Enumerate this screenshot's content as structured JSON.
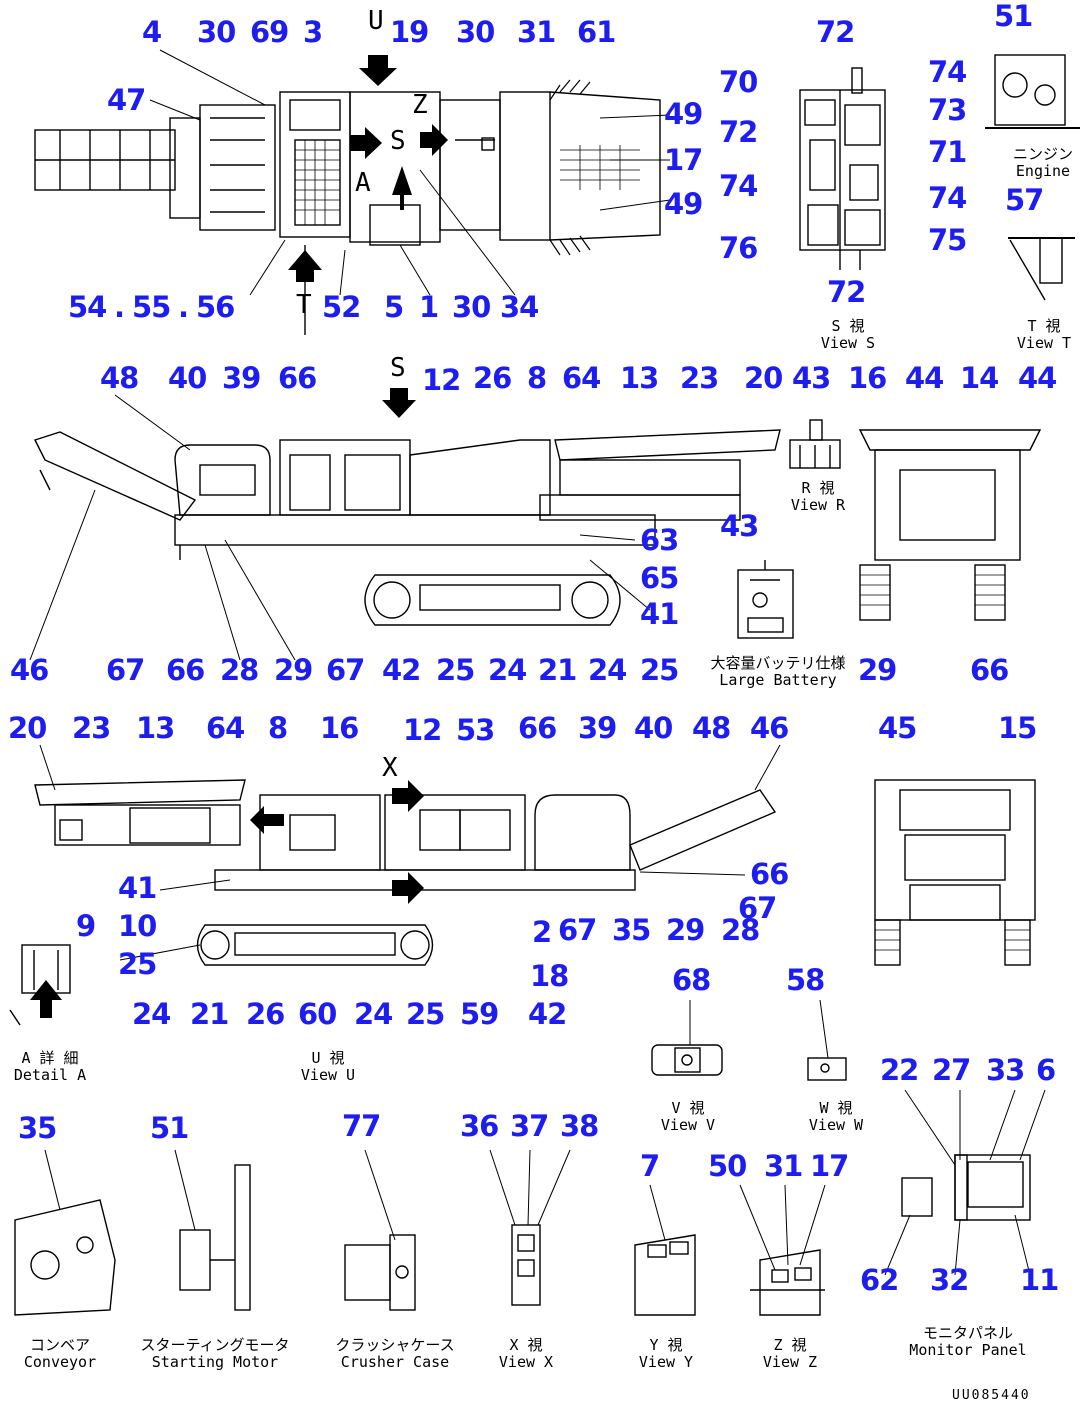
{
  "diagram": {
    "ref_code": "UU085440",
    "view_letters": {
      "u": "U",
      "s": "S",
      "z": "Z",
      "a": "A",
      "t": "T",
      "x": "X"
    },
    "callouts": {
      "tv_4": "4",
      "tv_30a": "30",
      "tv_69": "69",
      "tv_3": "3",
      "tv_19": "19",
      "tv_30b": "30",
      "tv_31": "31",
      "tv_61": "61",
      "tv_47": "47",
      "tv_49a": "49",
      "tv_17": "17",
      "tv_49b": "49",
      "tv_54": "54",
      "tv_dot1": ".",
      "tv_55": "55",
      "tv_dot2": ".",
      "tv_56": "56",
      "tv_52": "52",
      "tv_5": "5",
      "tv_1": "1",
      "tv_30c": "30",
      "tv_34": "34",
      "vs_72a": "72",
      "vs_70": "70",
      "vs_74a": "74",
      "vs_72b": "72",
      "vs_73": "73",
      "vs_71": "71",
      "vs_74b": "74",
      "vs_74c": "74",
      "vs_76": "76",
      "vs_75": "75",
      "vs_72c": "72",
      "vt_51": "51",
      "vt_57": "57",
      "sv_48": "48",
      "sv_40": "40",
      "sv_39": "39",
      "sv_66a": "66",
      "sv_12": "12",
      "sv_26": "26",
      "sv_8": "8",
      "sv_64": "64",
      "sv_13": "13",
      "sv_23": "23",
      "sv_20": "20",
      "sv_43a": "43",
      "sv_16": "16",
      "sv_44a": "44",
      "sv_14": "14",
      "sv_44b": "44",
      "sv_63": "63",
      "sv_65": "65",
      "sv_41": "41",
      "sv_43b": "43",
      "sv_46": "46",
      "sv_67a": "67",
      "sv_66b": "66",
      "sv_28": "28",
      "sv_29a": "29",
      "sv_67b": "67",
      "sv_42": "42",
      "sv_25a": "25",
      "sv_24a": "24",
      "sv_21": "21",
      "sv_24b": "24",
      "sv_25b": "25",
      "sv_29b": "29",
      "sv_66c": "66",
      "lv_20": "20",
      "lv_23": "23",
      "lv_13": "13",
      "lv_64": "64",
      "lv_8": "8",
      "lv_16": "16",
      "lv_12": "12",
      "lv_53": "53",
      "lv_66a": "66",
      "lv_39": "39",
      "lv_40": "40",
      "lv_48": "48",
      "lv_46": "46",
      "lv_45": "45",
      "lv_15": "15",
      "lv_41": "41",
      "lv_9": "9",
      "lv_10": "10",
      "lv_25a": "25",
      "lv_66b": "66",
      "lv_67a": "67",
      "lv_2": "2",
      "lv_67b": "67",
      "lv_35": "35",
      "lv_29": "29",
      "lv_28": "28",
      "lv_18": "18",
      "lv_24a": "24",
      "lv_21": "21",
      "lv_26": "26",
      "lv_60": "60",
      "lv_24b": "24",
      "lv_25b": "25",
      "lv_59": "59",
      "lv_42": "42",
      "vv_68": "68",
      "vw_58": "58",
      "mp_22": "22",
      "mp_27": "27",
      "mp_33": "33",
      "mp_6": "6",
      "mp_62": "62",
      "mp_32": "32",
      "mp_11": "11",
      "bt_35": "35",
      "bt_51": "51",
      "bt_77": "77",
      "bt_36": "36",
      "bt_37": "37",
      "bt_38": "38",
      "bt_7": "7",
      "bt_50": "50",
      "bt_31": "31",
      "bt_17": "17"
    },
    "captions": {
      "engine_jp": "ニンジン",
      "engine_en": "Engine",
      "view_s_jp": "S  視",
      "view_s_en": "View S",
      "view_t_jp": "T  視",
      "view_t_en": "View T",
      "view_r_jp": "R  視",
      "view_r_en": "View R",
      "battery_jp": "大容量バッテリ仕様",
      "battery_en": "Large Battery",
      "detail_a_jp": "A 詳 細",
      "detail_a_en": "Detail A",
      "view_u_jp": "U  視",
      "view_u_en": "View U",
      "view_v_jp": "V  視",
      "view_v_en": "View V",
      "view_w_jp": "W  視",
      "view_w_en": "View W",
      "conveyor_jp": "コンベア",
      "conveyor_en": "Conveyor",
      "starting_jp": "スターティングモータ",
      "starting_en": "Starting Motor",
      "crusher_jp": "クラッシャケース",
      "crusher_en": "Crusher Case",
      "view_x_jp": "X  視",
      "view_x_en": "View X",
      "view_y_jp": "Y  視",
      "view_y_en": "View Y",
      "view_z_jp": "Z  視",
      "view_z_en": "View Z",
      "monitor_jp": "モニタパネル",
      "monitor_en": "Monitor Panel"
    }
  }
}
